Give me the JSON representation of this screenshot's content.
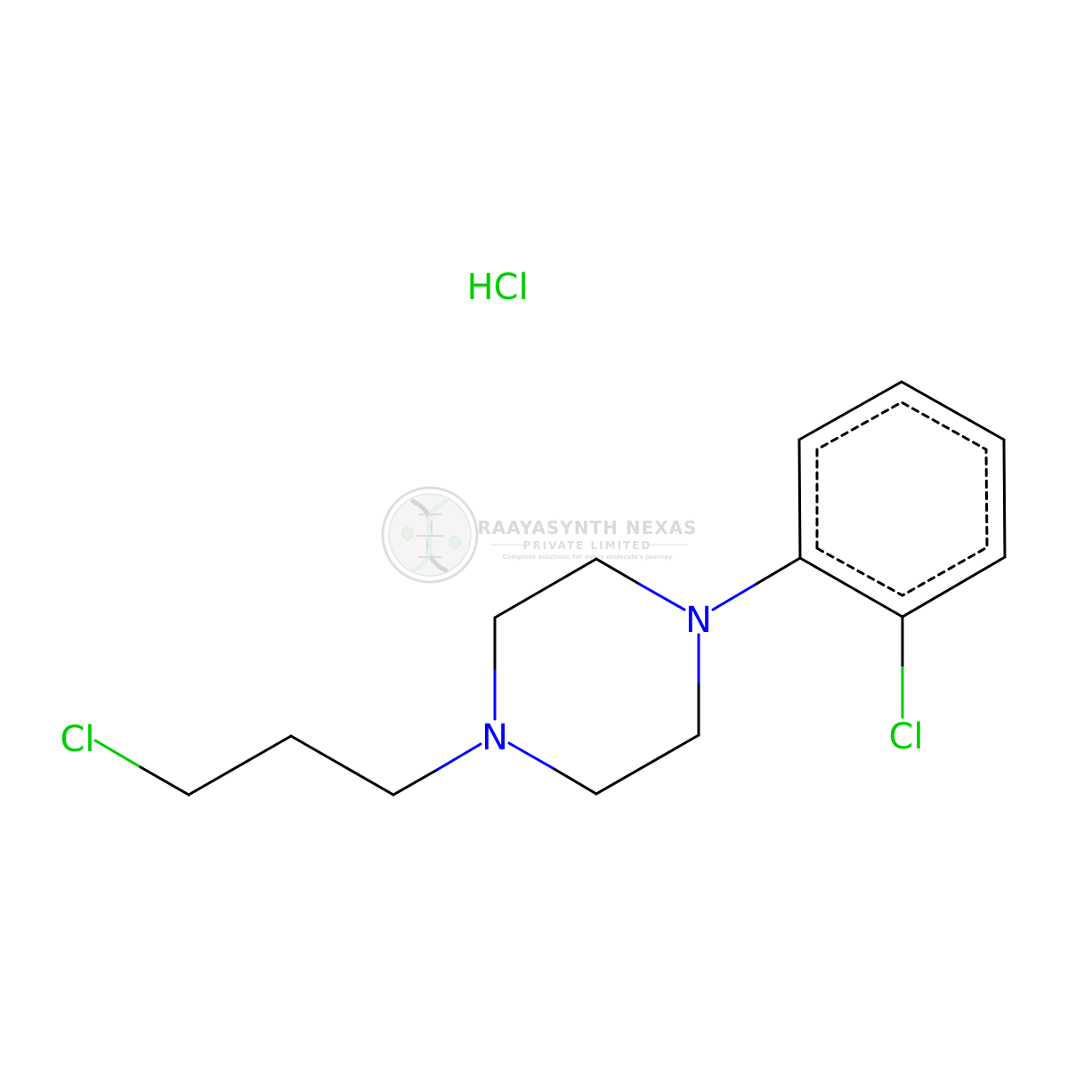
{
  "colors": {
    "bond": "#000000",
    "nitrogen": "#0000ff",
    "chlorine": "#00cc00",
    "watermark": "#d6d6d6"
  },
  "labels": {
    "salt": "HCl",
    "chain_chlorine": "Cl",
    "ring_chlorine": "Cl",
    "nitrogen_left": "N",
    "nitrogen_right": "N"
  },
  "watermark": {
    "company": "RAAYASYNTH NEXAS",
    "subtitle": "PRIVATE LIMITED",
    "tagline": "Complete solutions for every molecule's journey",
    "icon": "dna-logo-icon"
  }
}
